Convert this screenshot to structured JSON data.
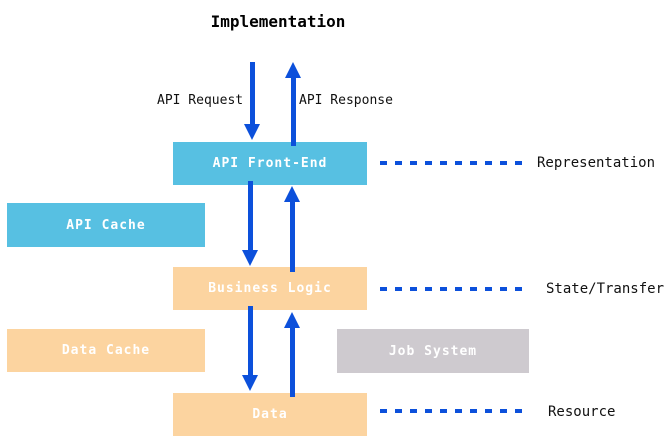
{
  "diagram": {
    "title": "Implementation",
    "arrow_labels": {
      "request": "API Request",
      "response": "API Response"
    },
    "boxes": {
      "api_front_end": {
        "label": "API Front-End",
        "color": "#57C0E2"
      },
      "api_cache": {
        "label": "API Cache",
        "color": "#57C0E2"
      },
      "business_logic": {
        "label": "Business Logic",
        "color": "#FCD4A0"
      },
      "data_cache": {
        "label": "Data Cache",
        "color": "#FCD4A0"
      },
      "job_system": {
        "label": "Job System",
        "color": "#CECACF"
      },
      "data": {
        "label": "Data",
        "color": "#FCD4A0"
      }
    },
    "tier_labels": {
      "representation": "Representation",
      "state_transfer": "State/Transfer",
      "resource": "Resource"
    },
    "colors": {
      "arrow": "#0C50DB",
      "box_text": "#FFFFFF",
      "text": "#111111",
      "background": "#FFFFFF"
    }
  }
}
